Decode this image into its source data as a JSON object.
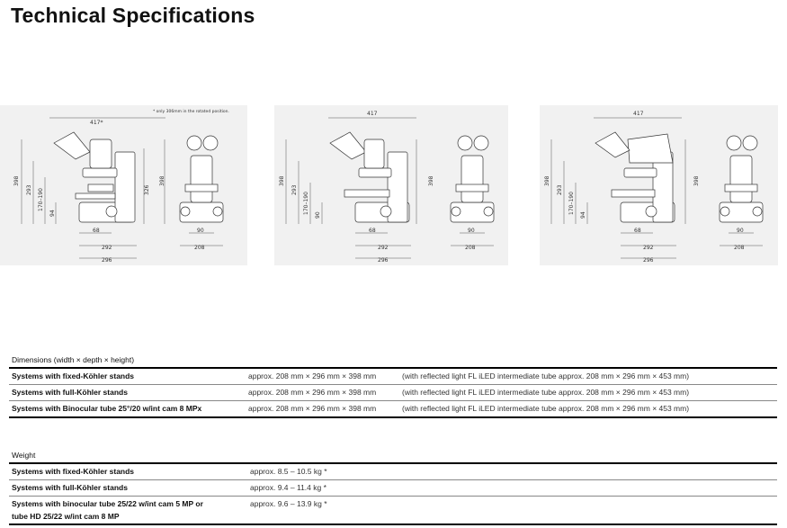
{
  "page_title": "Technical Specifications",
  "diagram_note": "* only 306mm in the rotated position.",
  "dims": {
    "width_417a": "417*",
    "width_417": "417",
    "h398": "398",
    "h293": "293",
    "h170_190": "170–190",
    "h94": "94",
    "h90": "90",
    "h326": "326",
    "d68": "68",
    "d292": "292",
    "d296": "296",
    "w90": "90",
    "w208": "208"
  },
  "dimensions": {
    "title": "Dimensions (width × depth × height)",
    "rows": [
      {
        "label": "Systems with fixed-Köhler stands",
        "value": "approx. 208 mm × 296 mm × 398 mm",
        "note": "(with reflected light FL iLED intermediate tube approx. 208 mm × 296 mm × 453 mm)"
      },
      {
        "label": "Systems with full-Köhler stands",
        "value": "approx. 208 mm × 296 mm × 398 mm",
        "note": "(with reflected light FL iLED intermediate tube approx. 208 mm × 296 mm × 453 mm)"
      },
      {
        "label": "Systems with Binocular tube 25°/20 w/int cam 8 MPx",
        "value": "approx. 208 mm × 296 mm × 398 mm",
        "note": "(with reflected light FL iLED intermediate tube approx. 208 mm × 296 mm × 453 mm)"
      }
    ]
  },
  "weight": {
    "title": "Weight",
    "rows": [
      {
        "label": "Systems with fixed-Köhler stands",
        "value": "approx. 8.5 – 10.5 kg *"
      },
      {
        "label": "Systems with full-Köhler stands",
        "value": "approx. 9.4 – 11.4 kg *"
      },
      {
        "label_line1": "Systems with binocular tube 25/22 w/int cam 5 MP or",
        "label_line2": "tube HD 25/22 w/int cam 8 MP",
        "value": "approx. 9.6 – 13.9 kg *"
      }
    ]
  }
}
